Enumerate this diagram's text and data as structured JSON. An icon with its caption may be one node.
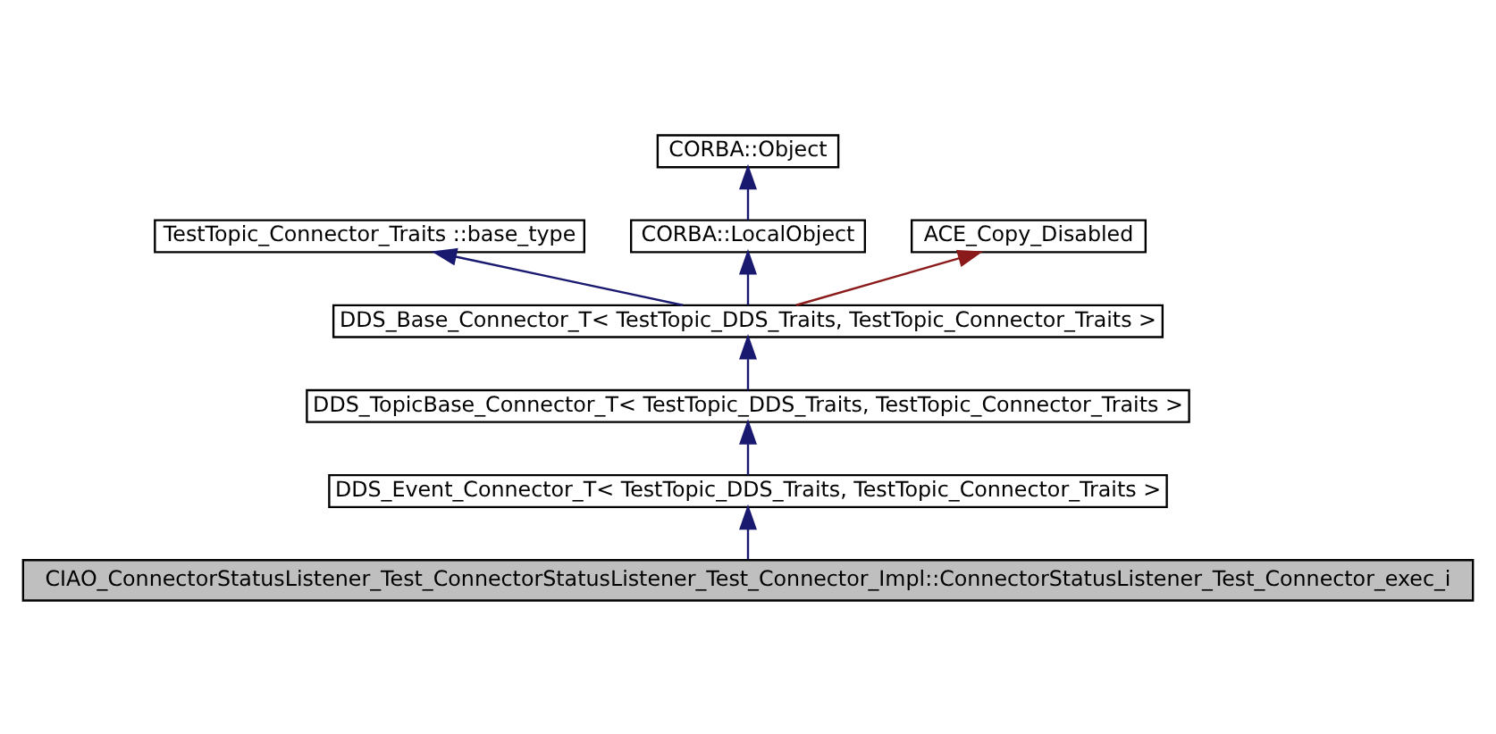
{
  "diagram": {
    "nodes": [
      {
        "text": [
          "CORBA::Object"
        ]
      },
      {
        "text": [
          "TestTopic_Connector_Traits ::base_type"
        ]
      },
      {
        "text": [
          "CORBA::LocalObject"
        ]
      },
      {
        "text": [
          "ACE_Copy_Disabled"
        ]
      },
      {
        "text": [
          "DDS_Base_Connector_T< TestTopic_DDS_Traits, TestTopic_Connector_Traits >"
        ]
      },
      {
        "text": [
          "DDS_TopicBase_Connector_T< TestTopic_DDS_Traits, TestTopic_Connector_Traits >"
        ]
      },
      {
        "text": [
          "DDS_Event_Connector_T< TestTopic_DDS_Traits, TestTopic_Connector_Traits >"
        ]
      },
      {
        "text": [
          "CIAO_ConnectorStatusListener_Test_ConnectorStatusListener_Test_Connector_Impl::ConnectorStatusListener_Test_Connector_exec_i"
        ]
      }
    ],
    "edges": [
      {
        "from": 2,
        "to": 0,
        "arrow": "to"
      },
      {
        "from": 4,
        "to": 1,
        "arrow": "to"
      },
      {
        "from": 4,
        "to": 2,
        "arrow": "to"
      },
      {
        "from": 4,
        "to": 3,
        "arrow": "to",
        "color": "#8b1a1a"
      },
      {
        "from": 5,
        "to": 4,
        "arrow": "to"
      },
      {
        "from": 6,
        "to": 5,
        "arrow": "to"
      },
      {
        "from": 7,
        "to": 6,
        "arrow": "to"
      }
    ]
  }
}
